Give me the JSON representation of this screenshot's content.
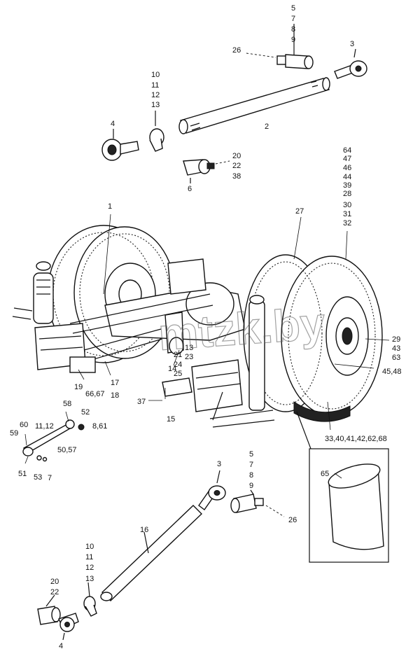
{
  "watermark": "mtzk.by",
  "callouts": {
    "c_5_top": "5",
    "c_7_top": "7",
    "c_8_top": "8",
    "c_9_top": "9",
    "c_26_top": "26",
    "c_3_top": "3",
    "c_2": "2",
    "c_10_top": "10",
    "c_11_top": "11",
    "c_12_top": "12",
    "c_13_top": "13",
    "c_4_top": "4",
    "c_20_top": "20",
    "c_22_top": "22",
    "c_38": "38",
    "c_6": "6",
    "c_64": "64",
    "c_47": "47",
    "c_46": "46",
    "c_44": "44",
    "c_39": "39",
    "c_28": "28",
    "c_30": "30",
    "c_31": "31",
    "c_32": "32",
    "c_1": "1",
    "c_27": "27",
    "c_29": "29",
    "c_43": "43",
    "c_63": "63",
    "c_45_48": "45,48",
    "c_21": "21",
    "c_13_mid": "13",
    "c_24": "24",
    "c_23": "23",
    "c_25": "25",
    "c_14": "14",
    "c_19": "19",
    "c_66_67": "66,67",
    "c_17": "17",
    "c_18": "18",
    "c_37": "37",
    "c_15": "15",
    "c_58": "58",
    "c_52": "52",
    "c_60": "60",
    "c_11_12": "11,12",
    "c_8_61": "8,61",
    "c_59": "59",
    "c_50_57": "50,57",
    "c_51": "51",
    "c_53": "53",
    "c_7_left": "7",
    "c_33_68": "33,40,41,42,62,68",
    "c_3_bot": "3",
    "c_5_bot": "5",
    "c_7_bot": "7",
    "c_8_bot": "8",
    "c_9_bot": "9",
    "c_26_bot": "26",
    "c_65": "65",
    "c_16": "16",
    "c_10_bot": "10",
    "c_11_bot": "11",
    "c_12_bot": "12",
    "c_13_bot": "13",
    "c_20_bot": "20",
    "c_22_bot": "22",
    "c_4_bot": "4"
  }
}
